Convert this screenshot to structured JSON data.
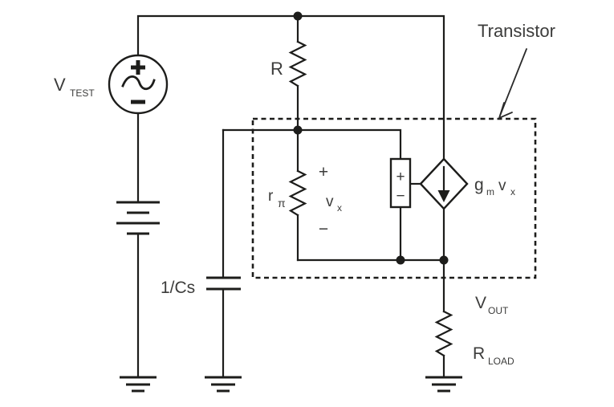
{
  "figure": {
    "type": "small-signal transistor circuit schematic",
    "background_color": "#ffffff",
    "line_color": "#1d1d1b",
    "text_color": "#3c3c3b"
  },
  "labels": {
    "transistor_callout": "Transistor",
    "test_source": {
      "main": "V",
      "sub": "TEST"
    },
    "resistor_top": "R",
    "resistor_pi": {
      "main": "r",
      "sub": "π"
    },
    "vx_annotation": {
      "plus": "+",
      "main": "v",
      "sub": "x",
      "minus": "−"
    },
    "sense_box": {
      "plus": "+",
      "minus": "−"
    },
    "dependent_source": {
      "g": "g",
      "g_sub": "m",
      "v": "v",
      "v_sub": "x"
    },
    "capacitor": "1/Cs",
    "output_node": {
      "main": "V",
      "sub": "OUT"
    },
    "load_resistor": {
      "main": "R",
      "sub": "LOAD"
    }
  }
}
